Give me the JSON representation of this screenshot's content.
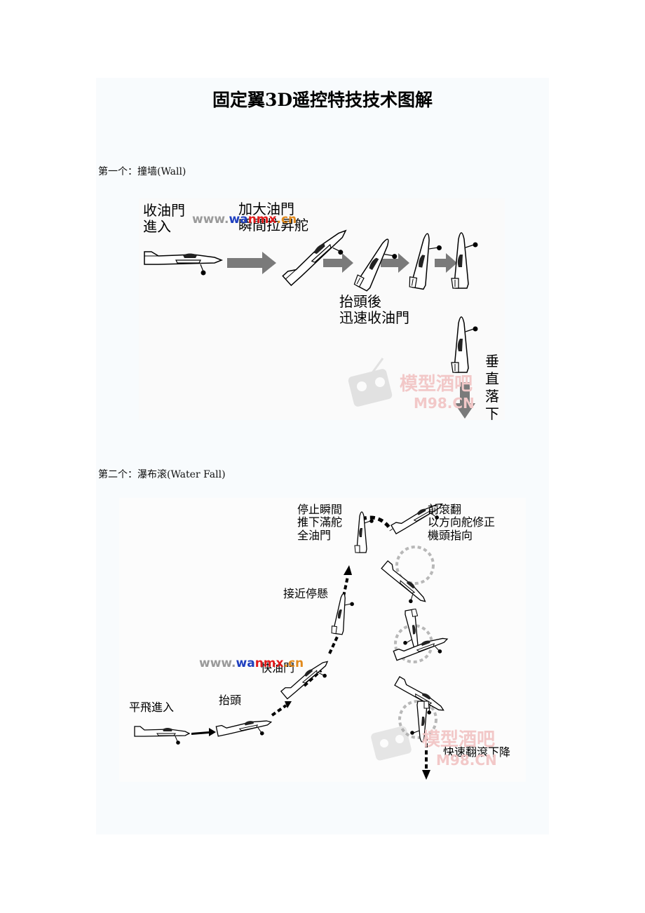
{
  "title": "固定翼3D遥控特技技术图解",
  "sections": [
    {
      "label": "第一个：撞墙(Wall)"
    },
    {
      "label": "第二个：瀑布滚(Water Fall)"
    }
  ],
  "fig1": {
    "captions": {
      "c1": "收油門\n進入",
      "c2": "加大油門\n瞬間拉昇舵",
      "c3": "抬頭後\n迅速收油門",
      "c4": "垂直落下"
    },
    "watermark": {
      "www": "www.",
      "wa": "wa",
      "nmx": "nmx",
      "cn": ".cn",
      "site_cn": "模型酒吧",
      "site_en": "M98.CN"
    }
  },
  "fig2": {
    "captions": {
      "c1": "平飛進入",
      "c2": "抬頭",
      "c3": "快油門",
      "c4": "接近停懸",
      "c5": "停止瞬間\n推下滿舵\n全油門",
      "c6": "前滾翻\n以方向舵修正\n機頭指向",
      "c7": "快速翻滾下降"
    },
    "watermark": {
      "www": "www.",
      "wa": "wa",
      "nmx": "nmx",
      "cn": ".cn",
      "site_cn": "模型酒吧",
      "site_en": "M98.CN"
    }
  }
}
